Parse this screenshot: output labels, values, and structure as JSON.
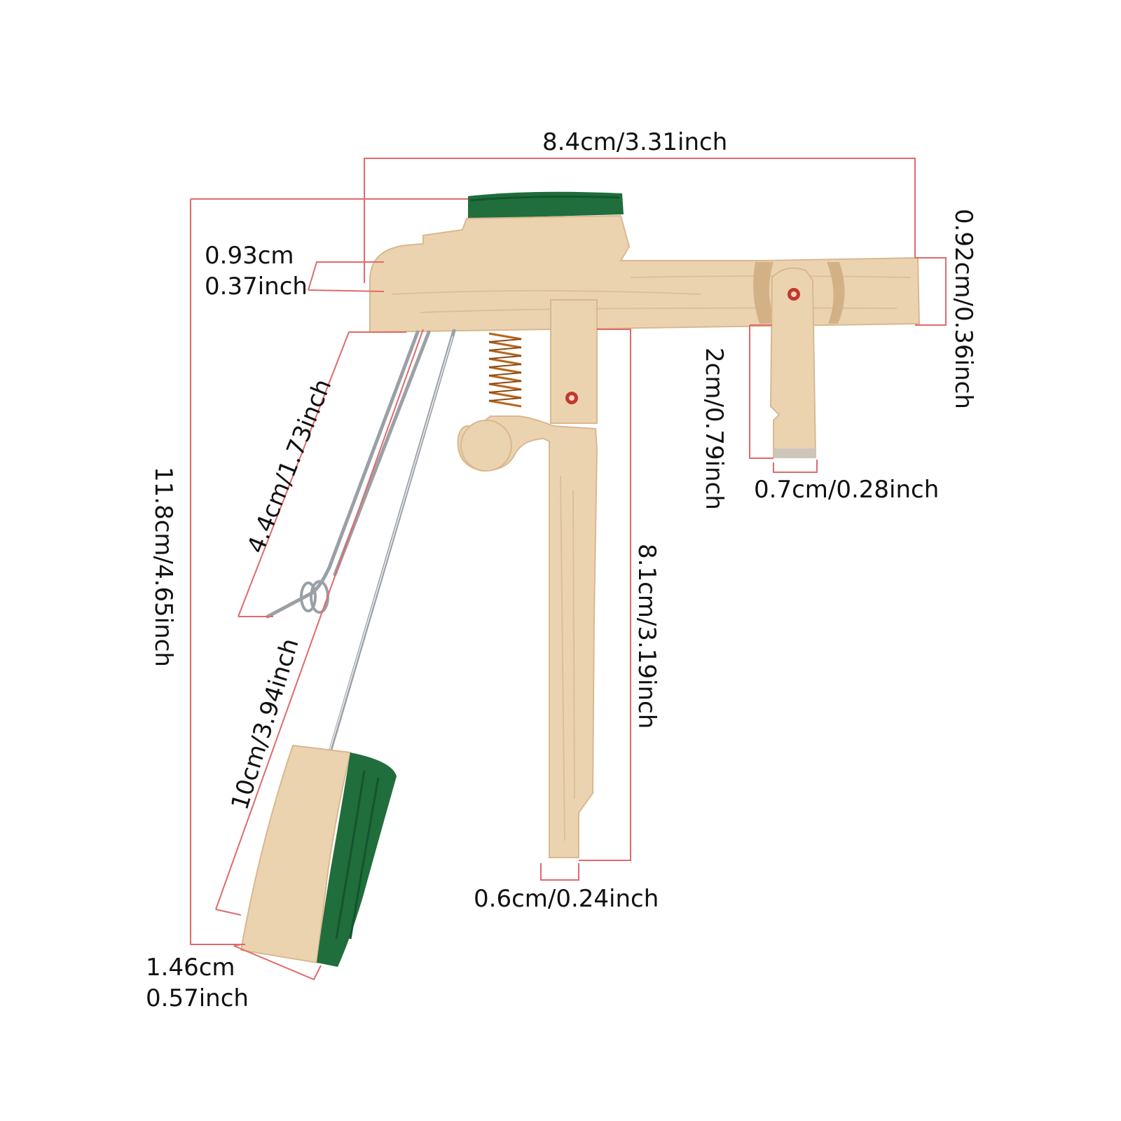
{
  "colors": {
    "wood": "#ecd3b0",
    "wood_shade": "#d8b88f",
    "felt": "#1f6e3c",
    "felt_dark": "#15542d",
    "dimension_line": "#e06a6a",
    "pin": "#c0392b",
    "spring": "#b5651d",
    "wire": "#9aa0a6"
  },
  "dimensions": {
    "top_width": "8.4cm/3.31inch",
    "head_height_cm": "0.93cm",
    "head_height_in": "0.37inch",
    "right_end_height": "0.92cm/0.36inch",
    "wire_short": "4.4cm/1.73inch",
    "total_height": "11.8cm/4.65inch",
    "wire_long": "10cm/3.94inch",
    "hanger_height": "2cm/0.79inch",
    "hanger_width": "0.7cm/0.28inch",
    "lever_height": "8.1cm/3.19inch",
    "lever_width": "0.6cm/0.24inch",
    "damper_width_cm": "1.46cm",
    "damper_width_in": "0.57inch"
  }
}
